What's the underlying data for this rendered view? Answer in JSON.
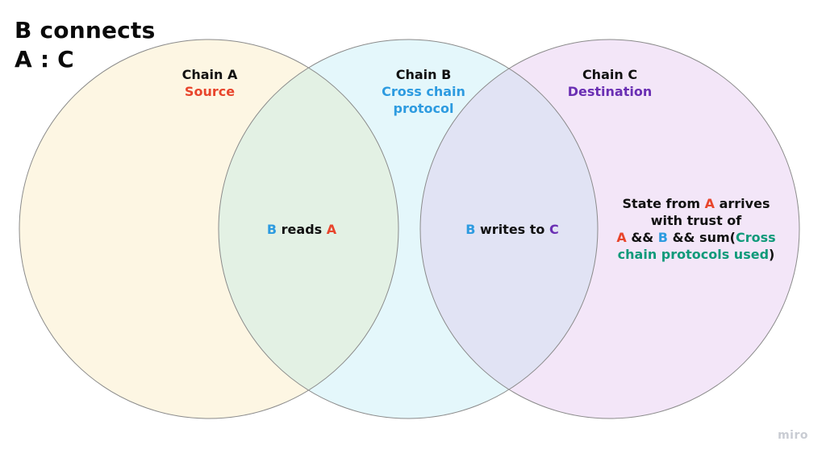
{
  "title": {
    "line1": "B connects",
    "line2": "A : C"
  },
  "colors": {
    "a_red": "#e8452c",
    "b_blue": "#2d9be0",
    "c_purple": "#6a2fb3",
    "teal": "#0f9a7a",
    "circle_a_fill": "#fdf6e3",
    "circle_b_fill": "#e4f7fb",
    "circle_c_fill": "#f3e6f8",
    "overlap_ab_fill": "#e3f1e4",
    "overlap_bc_fill": "#e1e3f4",
    "stroke": "#8a8a8a"
  },
  "circles": [
    {
      "name": "chain-a",
      "title": "Chain A",
      "subtitle": "Source"
    },
    {
      "name": "chain-b",
      "title": "Chain B",
      "subtitle_line1": "Cross chain",
      "subtitle_line2": "protocol"
    },
    {
      "name": "chain-c",
      "title": "Chain C",
      "subtitle": "Destination"
    }
  ],
  "overlaps": {
    "ab": {
      "b": "B",
      "text": " reads ",
      "a": "A"
    },
    "bc": {
      "b": "B",
      "text": " writes to ",
      "c": "C"
    }
  },
  "result": {
    "t1": "State from ",
    "a1": "A",
    "t2": " arrives",
    "t3": "with trust of",
    "a2": "A",
    "t4": " && ",
    "b": "B",
    "t5": " && sum(",
    "teal1": "Cross",
    "teal2": "chain protocols used",
    "t6": ")"
  },
  "watermark": "miro"
}
